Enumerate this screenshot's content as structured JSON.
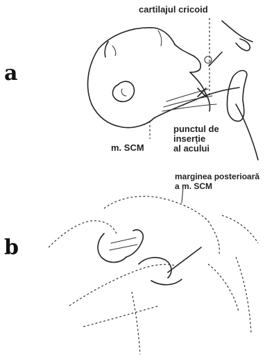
{
  "figure": {
    "panel_a": {
      "letter": "a",
      "labels": {
        "cricoid": "cartilajul cricoid",
        "insertion_line1": "punctul de",
        "insertion_line2": "inserție",
        "insertion_line3": "al acului",
        "scm": "m. SCM"
      }
    },
    "panel_b": {
      "letter": "b",
      "labels": {
        "posterior_line1": "marginea posterioară",
        "posterior_line2": "a m. SCM"
      }
    }
  }
}
